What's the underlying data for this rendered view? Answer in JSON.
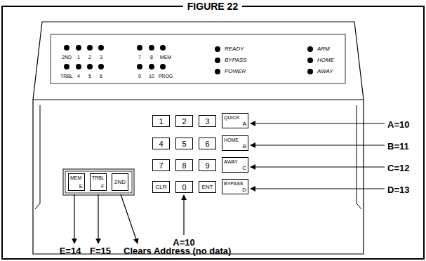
{
  "diagram": {
    "title": "FIGURE 22",
    "nodes": [
      {
        "text": [
          "1"
        ]
      },
      {
        "text": [
          "2"
        ]
      },
      {
        "text": [
          "3"
        ]
      },
      {
        "text": [
          "QUICK",
          "A"
        ]
      },
      {
        "text": [
          "4"
        ]
      },
      {
        "text": [
          "5"
        ]
      },
      {
        "text": [
          "6"
        ]
      },
      {
        "text": [
          "HOME",
          "B"
        ]
      },
      {
        "text": [
          "7"
        ]
      },
      {
        "text": [
          "8"
        ]
      },
      {
        "text": [
          "9"
        ]
      },
      {
        "text": [
          "AWAY",
          "C"
        ]
      },
      {
        "text": [
          "CLR"
        ]
      },
      {
        "text": [
          "0"
        ]
      },
      {
        "text": [
          "ENT"
        ]
      },
      {
        "text": [
          "BYPASS",
          "D"
        ]
      },
      {
        "text": [
          "MEM",
          "E"
        ]
      },
      {
        "text": [
          "TRBL",
          "F"
        ]
      },
      {
        "text": [
          "2ND"
        ]
      }
    ],
    "labels": [
      "2ND",
      "1",
      "2",
      "3",
      "7",
      "8",
      "MEM",
      "READY",
      "ARM",
      "BYPASS",
      "HOME",
      "TRBL",
      "4",
      "5",
      "6",
      "9",
      "10",
      "PROG",
      "POWER",
      "AWAY",
      "A=10",
      "B=11",
      "C=12",
      "D=13",
      "A=10",
      "E=14",
      "F=15",
      "Clears Address (no data)"
    ]
  }
}
